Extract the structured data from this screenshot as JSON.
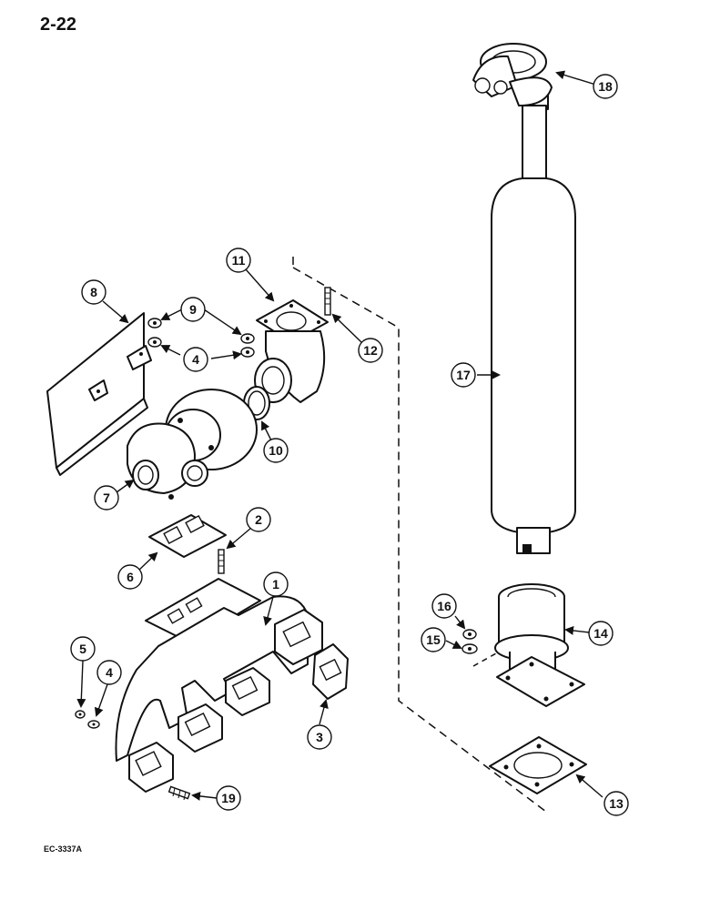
{
  "page": {
    "number": "2-22",
    "figure_code": "EC-3337A"
  },
  "callouts": [
    {
      "id": "c1",
      "label": "1"
    },
    {
      "id": "c2",
      "label": "2"
    },
    {
      "id": "c3",
      "label": "3"
    },
    {
      "id": "c4a",
      "label": "4"
    },
    {
      "id": "c4b",
      "label": "4"
    },
    {
      "id": "c5",
      "label": "5"
    },
    {
      "id": "c6",
      "label": "6"
    },
    {
      "id": "c7",
      "label": "7"
    },
    {
      "id": "c8",
      "label": "8"
    },
    {
      "id": "c9",
      "label": "9"
    },
    {
      "id": "c10",
      "label": "10"
    },
    {
      "id": "c11",
      "label": "11"
    },
    {
      "id": "c12",
      "label": "12"
    },
    {
      "id": "c13",
      "label": "13"
    },
    {
      "id": "c14",
      "label": "14"
    },
    {
      "id": "c15",
      "label": "15"
    },
    {
      "id": "c16",
      "label": "16"
    },
    {
      "id": "c17",
      "label": "17"
    },
    {
      "id": "c18",
      "label": "18"
    },
    {
      "id": "c19",
      "label": "19"
    }
  ]
}
